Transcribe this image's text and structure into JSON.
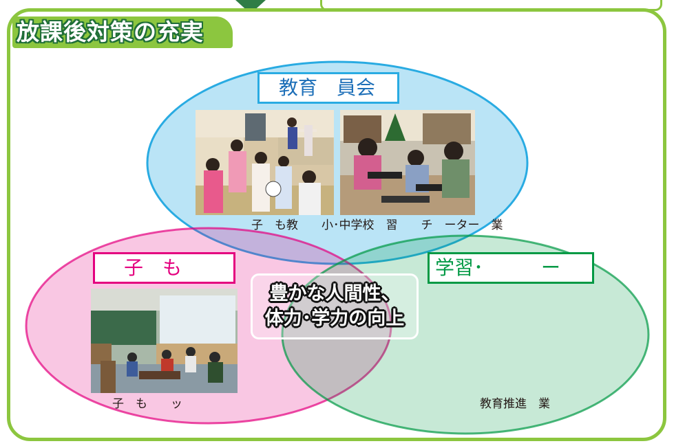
{
  "title": "放課後対策の充実",
  "colors": {
    "frame": "#8cc63f",
    "title_outline": "#1f6e38",
    "arrow": "#2f7d46",
    "board_circle": "#29abe2",
    "kids_circle": "#e4007f",
    "learn_circle": "#009944"
  },
  "circles": {
    "board": {
      "label": "教育　員会",
      "caption": "子　も教　　小･中学校　習　　チ　ーター　業"
    },
    "kids": {
      "label": "子　も",
      "caption": "子　も　　ッ"
    },
    "learning": {
      "label": "学習･　　　ー",
      "caption": "教育推進　業"
    }
  },
  "center": {
    "line1": "豊かな人間性、",
    "line2": "体力･学力の向上"
  },
  "photos": {
    "kimono": "photo-children-in-kimono-dance-class",
    "pc": "photo-children-typing-on-computers",
    "library": "photo-children-in-library-room"
  }
}
